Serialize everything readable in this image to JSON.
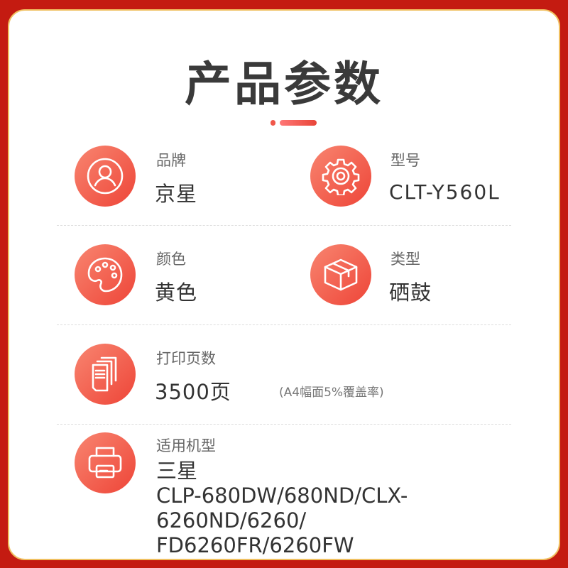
{
  "title": "产品参数",
  "params": [
    {
      "label": "品牌",
      "value": "京星",
      "icon": "user-icon"
    },
    {
      "label": "型号",
      "value": "CLT-Y560L",
      "icon": "gear-icon"
    },
    {
      "label": "颜色",
      "value": "黄色",
      "icon": "palette-icon"
    },
    {
      "label": "类型",
      "value": "硒鼓",
      "icon": "box-icon"
    },
    {
      "label": "打印页数",
      "value": "3500页",
      "note": "(A4幅面5%覆盖率)",
      "icon": "pages-icon"
    },
    {
      "label": "适用机型",
      "value": "三星",
      "models": [
        "CLP-680DW/680ND/CLX-6260ND/6260/",
        "FD6260FR/6260FW"
      ],
      "icon": "printer-icon"
    }
  ],
  "colors": {
    "background": "#c41b11",
    "accent": "#ee4538"
  }
}
